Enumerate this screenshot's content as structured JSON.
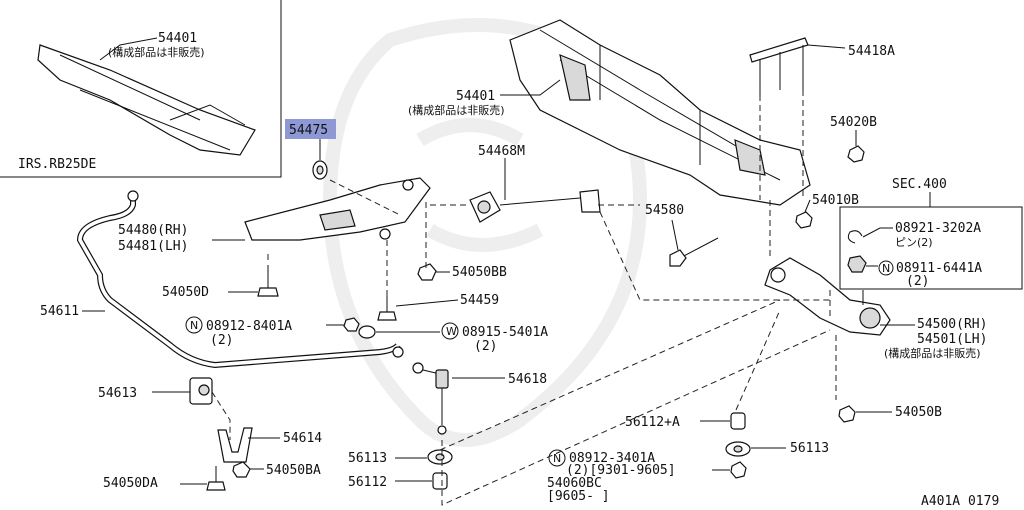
{
  "inset": {
    "title": "IRS.RB25DE",
    "part": "54401",
    "note": "(構成部品は非販売)"
  },
  "labels": {
    "p54401": "54401",
    "p54401_note": "(構成部品は非販売)",
    "p54475": "54475",
    "p54468M": "54468M",
    "p54418A": "54418A",
    "p54020B": "54020B",
    "sec400": "SEC.400",
    "p54010B": "54010B",
    "p54580": "54580",
    "p08921": "08921-3202A",
    "p08921_sub": "ピン(2)",
    "p08911": "08911-6441A",
    "p08911_qty": "(2)",
    "p54480": "54480(RH)",
    "p54481": "54481(LH)",
    "p54050D": "54050D",
    "p54050BB": "54050BB",
    "p54459": "54459",
    "p54611": "54611",
    "p08912_8401": "08912-8401A",
    "p08912_8401_qty": "(2)",
    "p08915": "08915-5401A",
    "p08915_qty": "(2)",
    "p54500": "54500(RH)",
    "p54501": "54501(LH)",
    "p54500_note": "(構成部品は非販売)",
    "p54613": "54613",
    "p54618": "54618",
    "p54614": "54614",
    "p56112A": "56112+A",
    "p54050B": "54050B",
    "p56113_r": "56113",
    "p56113_l": "56113",
    "p08912_3401": "08912-3401A",
    "p08912_3401_sub": "(2)[9301-9605]",
    "p54060BC": "54060BC",
    "p54060BC_date": "[9605-     ]",
    "p54050BA": "54050BA",
    "p56112": "56112",
    "p54050DA": "54050DA",
    "diagram_id": "A401A 0179"
  },
  "symbols": {
    "nut_n": "N",
    "washer_w": "W"
  },
  "colors": {
    "highlight": "#8d98d4",
    "line": "#111111"
  }
}
